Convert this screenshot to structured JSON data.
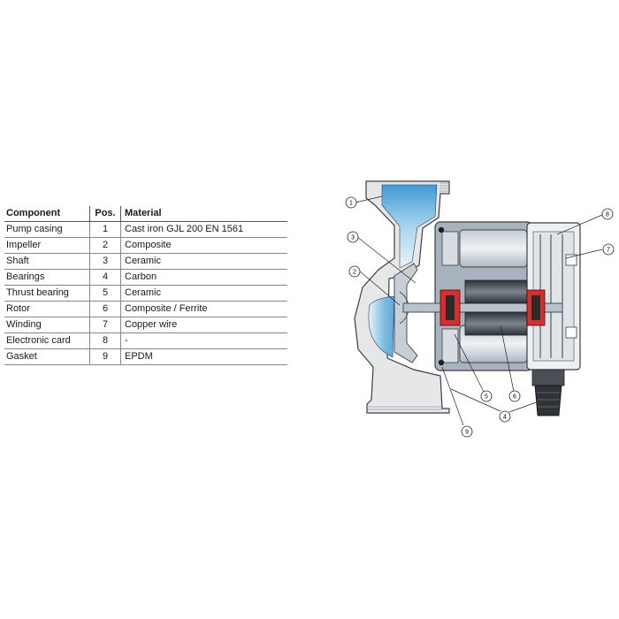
{
  "table": {
    "headers": {
      "component": "Component",
      "position": "Pos.",
      "material": "Material"
    },
    "rows": [
      {
        "component": "Pump casing",
        "position": "1",
        "material": "Cast iron GJL 200 EN 1561"
      },
      {
        "component": "Impeller",
        "position": "2",
        "material": "Composite"
      },
      {
        "component": "Shaft",
        "position": "3",
        "material": "Ceramic"
      },
      {
        "component": "Bearings",
        "position": "4",
        "material": "Carbon"
      },
      {
        "component": "Thrust bearing",
        "position": "5",
        "material": "Ceramic"
      },
      {
        "component": "Rotor",
        "position": "6",
        "material": "Composite / Ferrite"
      },
      {
        "component": "Winding",
        "position": "7",
        "material": "Copper wire"
      },
      {
        "component": "Electronic card",
        "position": "8",
        "material": "-"
      },
      {
        "component": "Gasket",
        "position": "9",
        "material": "EPDM"
      }
    ]
  },
  "diagram": {
    "callouts": [
      "1",
      "2",
      "3",
      "4",
      "5",
      "6",
      "7",
      "8",
      "9"
    ],
    "colors": {
      "casing": "#e6e7e9",
      "water": "#8ec6e6",
      "motor_body": "#b9c3cd",
      "motor_dark": "#4a4f56",
      "bearing_red": "#d62d2d",
      "outline": "#3a3f46"
    }
  }
}
